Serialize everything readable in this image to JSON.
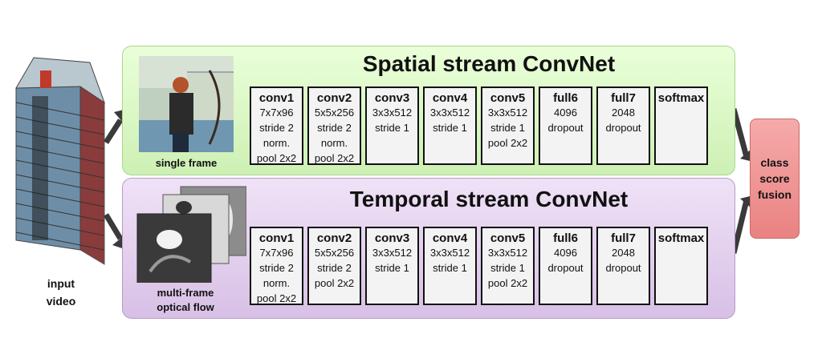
{
  "input": {
    "label": "input\nvideo"
  },
  "fusion": {
    "label": "class\nscore\nfusion"
  },
  "streams": [
    {
      "id": "spatial",
      "title": "Spatial stream ConvNet",
      "thumb_label": "single frame",
      "layers": [
        {
          "name": "conv1",
          "lines": [
            "7x7x96",
            "stride 2",
            "norm.",
            "pool 2x2"
          ]
        },
        {
          "name": "conv2",
          "lines": [
            "5x5x256",
            "stride 2",
            "norm.",
            "pool 2x2"
          ]
        },
        {
          "name": "conv3",
          "lines": [
            "3x3x512",
            "stride 1"
          ]
        },
        {
          "name": "conv4",
          "lines": [
            "3x3x512",
            "stride 1"
          ]
        },
        {
          "name": "conv5",
          "lines": [
            "3x3x512",
            "stride 1",
            "pool 2x2"
          ]
        },
        {
          "name": "full6",
          "lines": [
            "4096",
            "dropout"
          ]
        },
        {
          "name": "full7",
          "lines": [
            "2048",
            "dropout"
          ]
        },
        {
          "name": "softmax",
          "lines": []
        }
      ]
    },
    {
      "id": "temporal",
      "title": "Temporal stream ConvNet",
      "thumb_label": "multi-frame\noptical flow",
      "layers": [
        {
          "name": "conv1",
          "lines": [
            "7x7x96",
            "stride 2",
            "norm.",
            "pool 2x2"
          ]
        },
        {
          "name": "conv2",
          "lines": [
            "5x5x256",
            "stride 2",
            "pool 2x2"
          ]
        },
        {
          "name": "conv3",
          "lines": [
            "3x3x512",
            "stride 1"
          ]
        },
        {
          "name": "conv4",
          "lines": [
            "3x3x512",
            "stride 1"
          ]
        },
        {
          "name": "conv5",
          "lines": [
            "3x3x512",
            "stride 1",
            "pool 2x2"
          ]
        },
        {
          "name": "full6",
          "lines": [
            "4096",
            "dropout"
          ]
        },
        {
          "name": "full7",
          "lines": [
            "2048",
            "dropout"
          ]
        },
        {
          "name": "softmax",
          "lines": []
        }
      ]
    }
  ],
  "colors": {
    "spatial_fill": "#d9f7c4",
    "temporal_fill": "#e3cfee",
    "fusion_fill": "#f09090",
    "layer_fill": "#f3f3f3",
    "arrow": "#3a3a3a"
  }
}
